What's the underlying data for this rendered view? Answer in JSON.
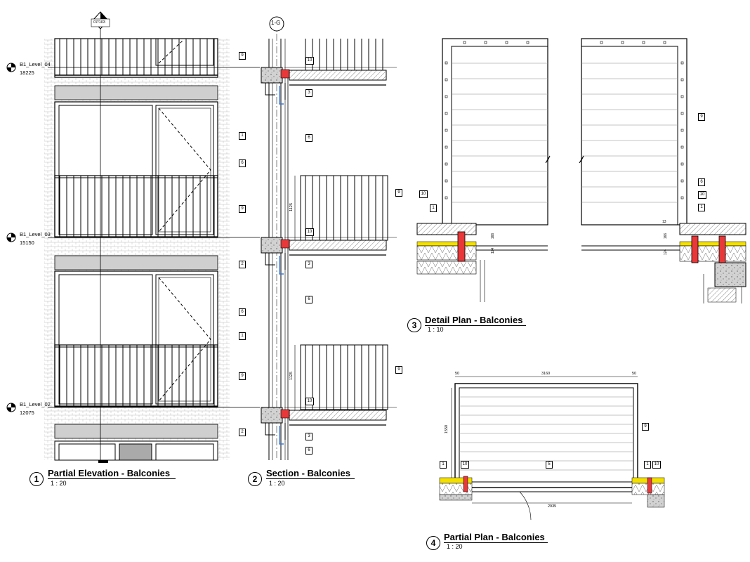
{
  "views": [
    {
      "number": "1",
      "title": "Partial Elevation - Balconies",
      "scale": "1 : 20"
    },
    {
      "number": "2",
      "title": "Section - Balconies",
      "scale": "1 : 20"
    },
    {
      "number": "3",
      "title": "Detail Plan - Balconies",
      "scale": "1 : 10"
    },
    {
      "number": "4",
      "title": "Partial Plan - Balconies",
      "scale": "1 : 20"
    }
  ],
  "levels": [
    {
      "name": "B1_Level_04",
      "elevation": "18225"
    },
    {
      "name": "B1_Level_03",
      "elevation": "15150"
    },
    {
      "name": "B1_Level_02",
      "elevation": "12075"
    }
  ],
  "grid_head": "1-G",
  "section_marker": {
    "top": "3",
    "bottom": "07/103"
  },
  "tags": {
    "t1": "1",
    "t2": "2",
    "t3": "3",
    "t6": "6",
    "t9": "9",
    "t10": "10",
    "t13": "13",
    "t5": "5"
  },
  "dimensions": {
    "rail_height": "1125",
    "d166": "166",
    "d124": "124",
    "plan_width": "3160",
    "plan_edge": "50",
    "plan_depth": "1550",
    "opening": "2935"
  },
  "colors": {
    "ink": "#000000",
    "grey_band": "#cfcfcf",
    "red": "#e8383a",
    "insulation": "#f4e000",
    "concrete": "#cfcfcf"
  }
}
